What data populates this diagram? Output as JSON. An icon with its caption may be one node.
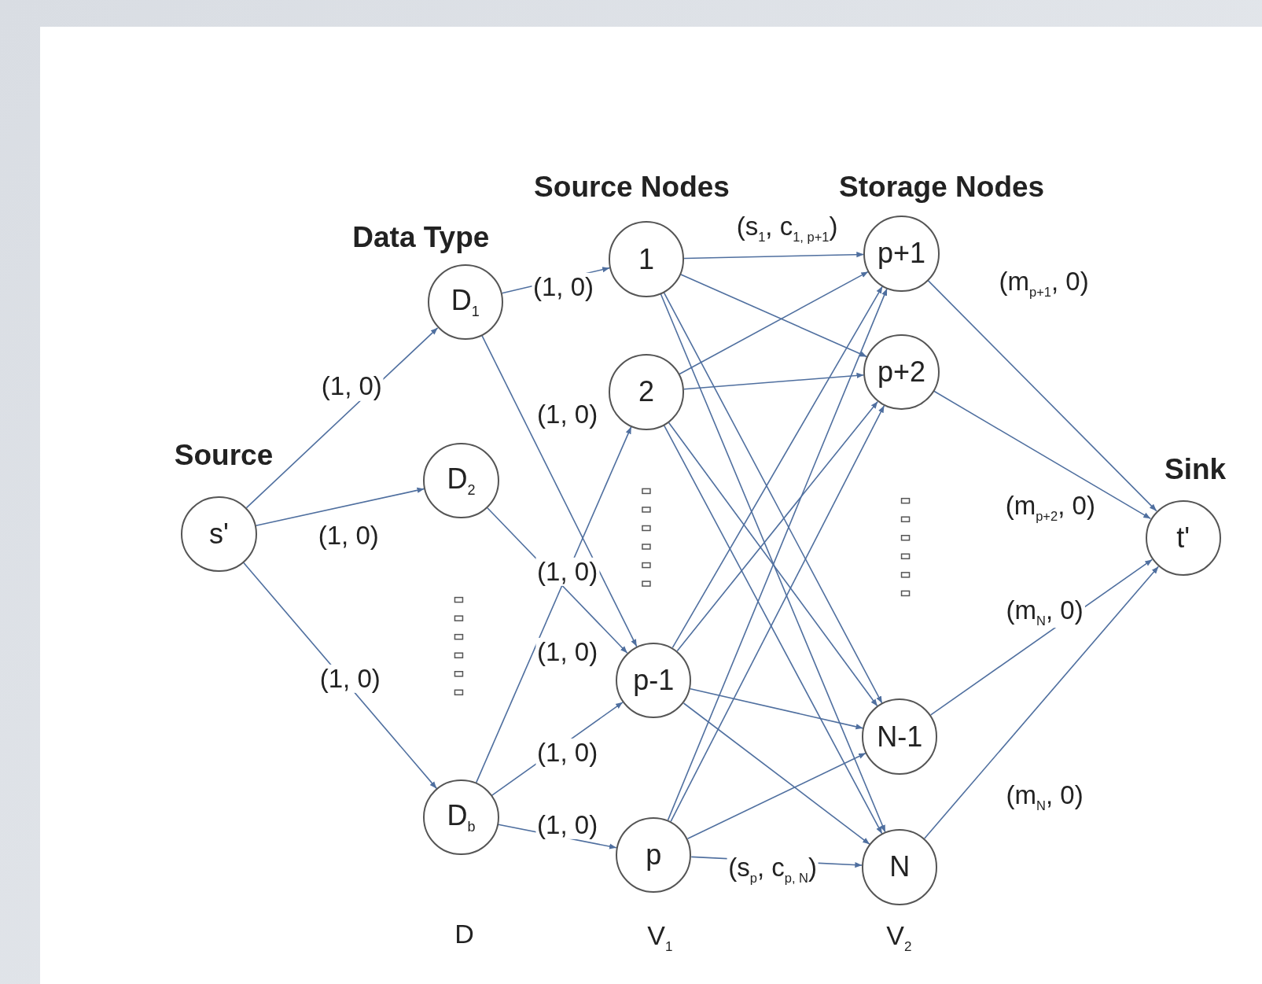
{
  "diagram": {
    "nodes": [
      {
        "text": [
          "s'"
        ]
      },
      {
        "text": [
          "D$_{1}$"
        ]
      },
      {
        "text": [
          "D$_{2}$"
        ]
      },
      {
        "text": [
          "D$_{b}$"
        ]
      },
      {
        "text": [
          "1"
        ]
      },
      {
        "text": [
          "2"
        ]
      },
      {
        "text": [
          "p-1"
        ]
      },
      {
        "text": [
          "p"
        ]
      },
      {
        "text": [
          "p+1"
        ]
      },
      {
        "text": [
          "p+2"
        ]
      },
      {
        "text": [
          "N-1"
        ]
      },
      {
        "text": [
          "N"
        ]
      },
      {
        "text": [
          "t'"
        ]
      }
    ],
    "edges": [
      {
        "from": 0,
        "to": 1,
        "arrow": "to",
        "label": "(1, 0)"
      },
      {
        "from": 0,
        "to": 2,
        "arrow": "to",
        "label": "(1, 0)"
      },
      {
        "from": 0,
        "to": 3,
        "arrow": "to",
        "label": "(1, 0)"
      },
      {
        "from": 1,
        "to": 4,
        "arrow": "to",
        "label": "(1, 0)"
      },
      {
        "from": 1,
        "to": 6,
        "arrow": "to",
        "label": "(1, 0)"
      },
      {
        "from": 2,
        "to": 6,
        "arrow": "to",
        "label": "(1, 0)"
      },
      {
        "from": 3,
        "to": 5,
        "arrow": "to",
        "label": "(1, 0)"
      },
      {
        "from": 3,
        "to": 6,
        "arrow": "to",
        "label": "(1, 0)"
      },
      {
        "from": 3,
        "to": 7,
        "arrow": "to",
        "label": "(1, 0)"
      },
      {
        "from": 4,
        "to": 8,
        "arrow": "to",
        "label": "(s$_{1}$, c$_{1, p+1}$)"
      },
      {
        "from": 4,
        "to": 9,
        "arrow": "to"
      },
      {
        "from": 4,
        "to": 10,
        "arrow": "to"
      },
      {
        "from": 4,
        "to": 11,
        "arrow": "to"
      },
      {
        "from": 5,
        "to": 8,
        "arrow": "to"
      },
      {
        "from": 5,
        "to": 9,
        "arrow": "to"
      },
      {
        "from": 5,
        "to": 10,
        "arrow": "to"
      },
      {
        "from": 5,
        "to": 11,
        "arrow": "to"
      },
      {
        "from": 6,
        "to": 8,
        "arrow": "to"
      },
      {
        "from": 6,
        "to": 9,
        "arrow": "to"
      },
      {
        "from": 6,
        "to": 10,
        "arrow": "to"
      },
      {
        "from": 6,
        "to": 11,
        "arrow": "to"
      },
      {
        "from": 7,
        "to": 8,
        "arrow": "to"
      },
      {
        "from": 7,
        "to": 9,
        "arrow": "to"
      },
      {
        "from": 7,
        "to": 10,
        "arrow": "to"
      },
      {
        "from": 7,
        "to": 11,
        "arrow": "to",
        "label": "(s$_{p}$, c$_{p, N}$)"
      },
      {
        "from": 8,
        "to": 12,
        "arrow": "to",
        "label": "(m$_{p+1}$, 0)"
      },
      {
        "from": 9,
        "to": 12,
        "arrow": "to",
        "label": "(m$_{p+2}$, 0)"
      },
      {
        "from": 10,
        "to": 12,
        "arrow": "to",
        "label": "(m$_{N}$, 0)"
      },
      {
        "from": 11,
        "to": 12,
        "arrow": "to",
        "label": "(m$_{N}$, 0)"
      }
    ],
    "labels": [
      "Source Nodes",
      "Storage Nodes",
      "Data Type",
      "Source",
      "Sink",
      "D",
      "V$_{1}$",
      "V$_{2}$"
    ]
  }
}
